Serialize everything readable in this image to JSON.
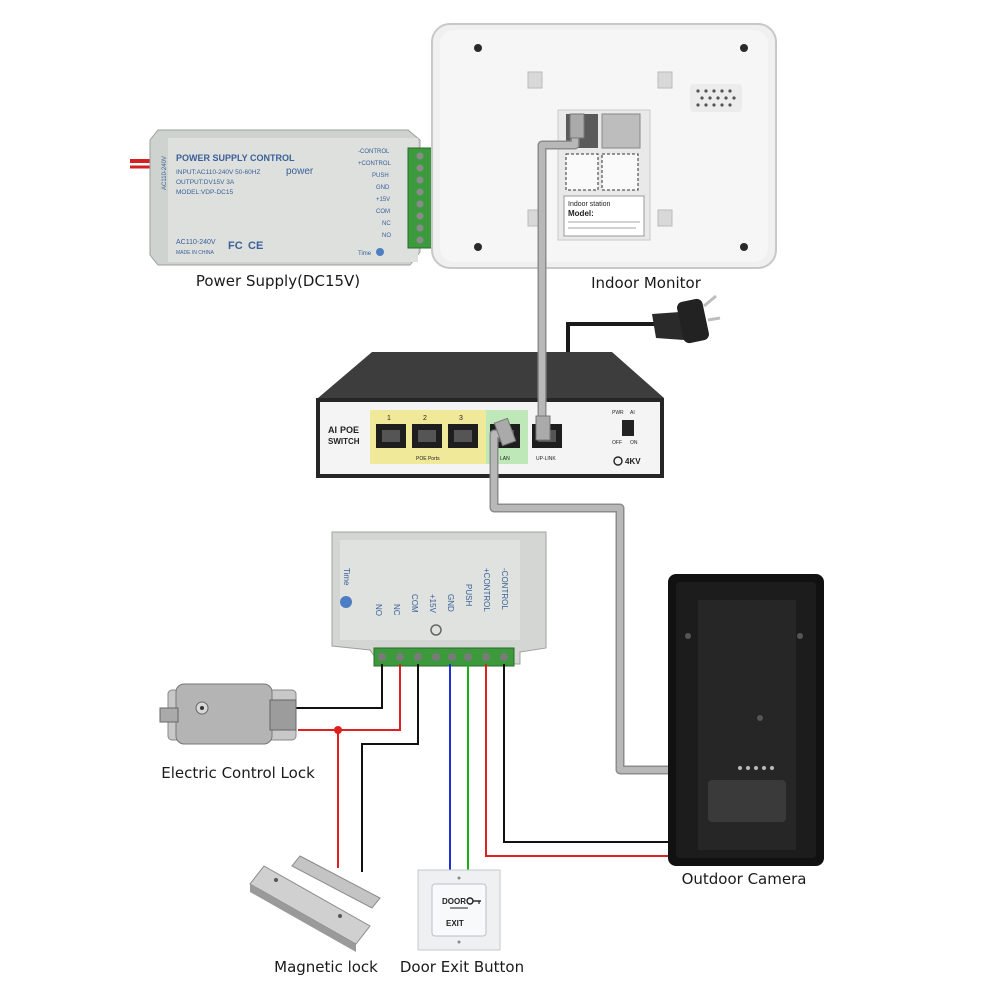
{
  "captions": {
    "power_supply": "Power Supply(DC15V)",
    "indoor_monitor": "Indoor Monitor",
    "electric_lock": "Electric Control Lock",
    "magnetic_lock": "Magnetic lock",
    "exit_button": "Door Exit Button",
    "outdoor_camera": "Outdoor Camera"
  },
  "power_supply": {
    "title": "POWER SUPPLY CONTROL",
    "input": "INPUT:AC110-240V 50-60HZ",
    "output": "OUTPUT:DV15V 3A",
    "model": "MODEL:VDP-DC15",
    "power": "power",
    "ac_side": "AC110-240V",
    "ac_bottom": "AC110-240V",
    "made": "MADE IN CHINA",
    "time": "Time",
    "terminals": [
      "-CONTROL",
      "+CONTROL",
      "PUSH",
      "GND",
      "+15V",
      "COM",
      "NC",
      "NO"
    ]
  },
  "monitor": {
    "label_line1": "Indoor station",
    "label_line2": "Model:"
  },
  "switch": {
    "brand_ai": "AI",
    "brand_poe": "POE",
    "brand_switch": "SWITCH",
    "ports": [
      "1",
      "2",
      "3"
    ],
    "poe_ports": "POE Ports",
    "lan": "LAN",
    "uplink": "UP-LINK",
    "pwr": "PWR",
    "ai": "AI",
    "off": "OFF",
    "on": "ON",
    "kv": "4KV"
  },
  "controller": {
    "time": "Time",
    "terminals": [
      "NO",
      "NC",
      "COM",
      "+15V",
      "GND",
      "PUSH",
      "+CONTROL",
      "-CONTROL"
    ]
  },
  "exit_button": {
    "line1": "DOOR",
    "line2": "EXIT"
  }
}
